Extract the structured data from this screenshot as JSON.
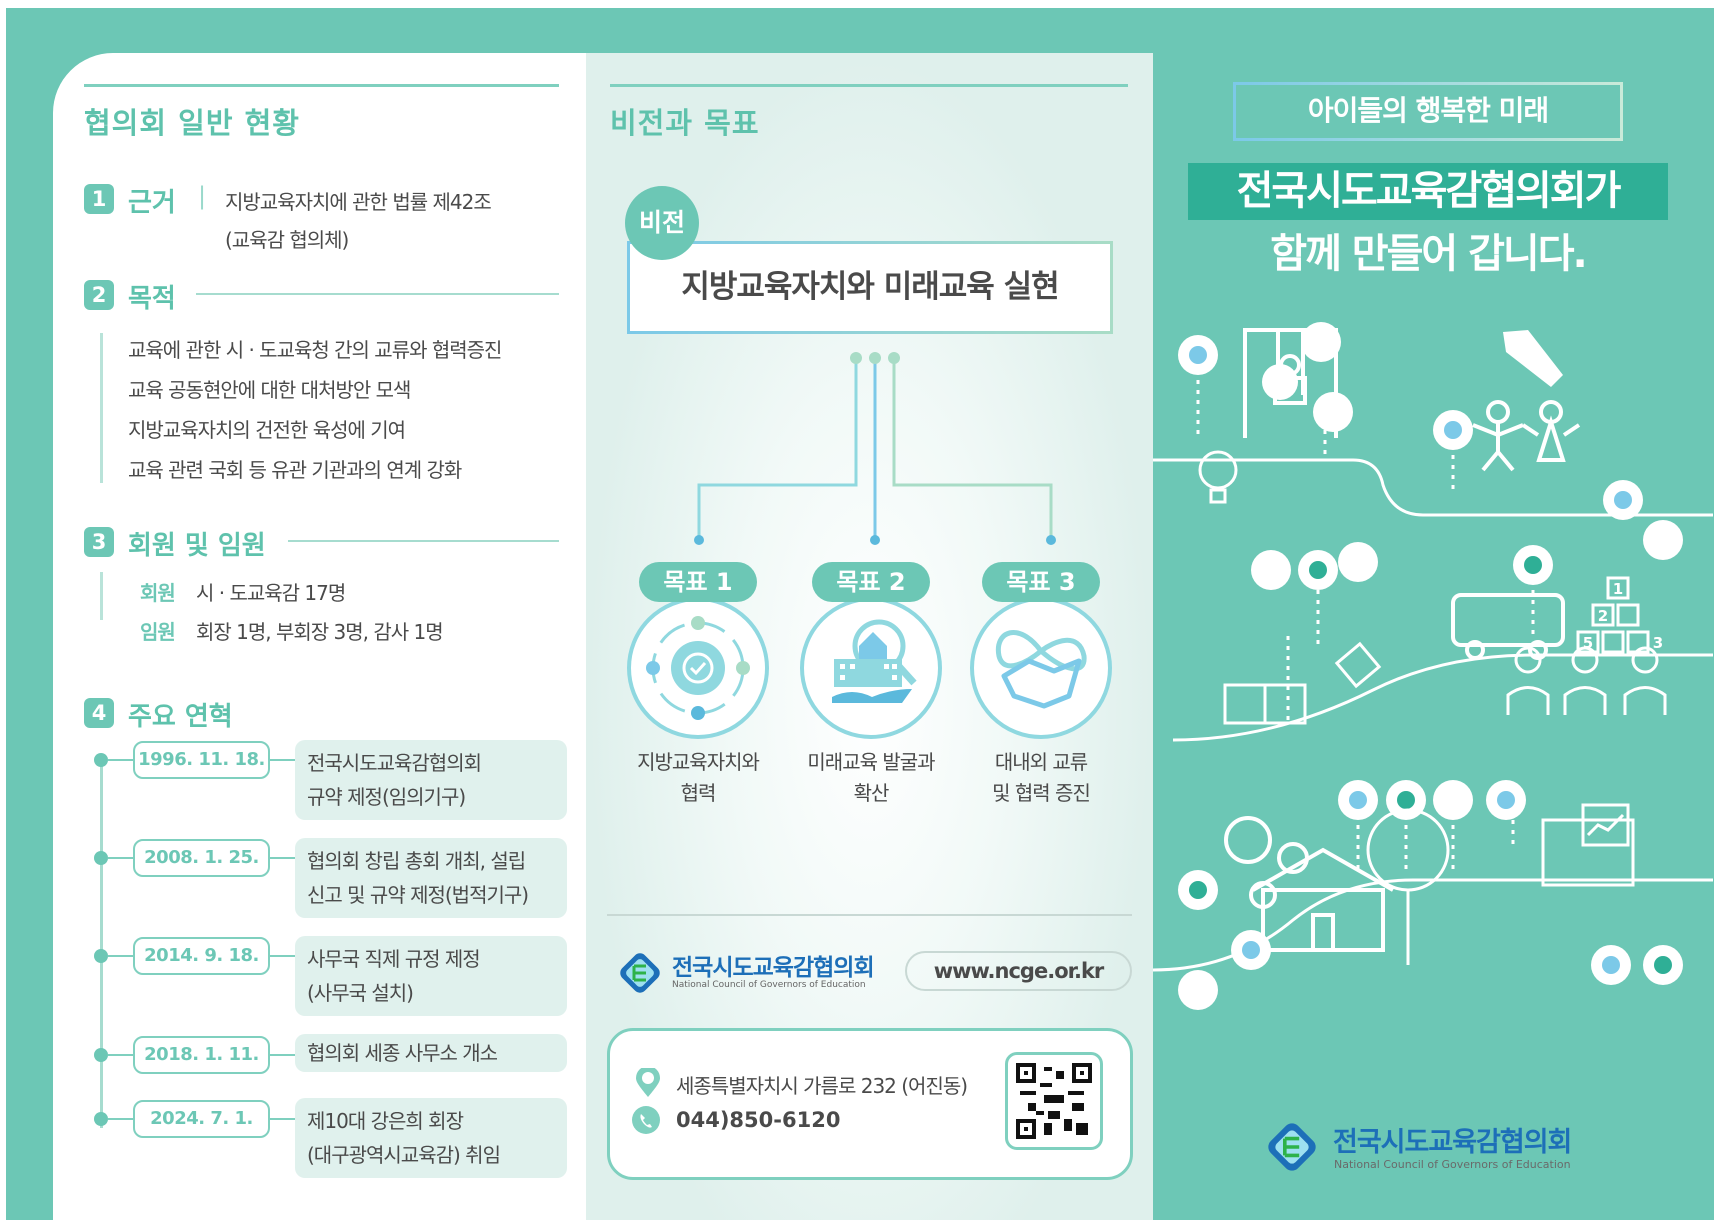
{
  "overview": {
    "title": "협의회 일반 현황",
    "basis": {
      "number": "1",
      "heading": "근거",
      "separator": "|",
      "line1": "지방교육자치에 관한 법률 제42조",
      "line2": "(교육감 협의체)"
    },
    "purpose": {
      "number": "2",
      "heading": "목적",
      "items": [
        "교육에 관한 시 · 도교육청 간의 교류와 협력증진",
        "교육 공동현안에 대한 대처방안 모색",
        "지방교육자치의 건전한 육성에 기여",
        "교육 관련 국회 등 유관 기관과의 연계 강화"
      ]
    },
    "members": {
      "number": "3",
      "heading": "회원 및 임원",
      "rows": [
        {
          "label": "회원",
          "value": "시 · 도교육감 17명"
        },
        {
          "label": "임원",
          "value": "회장 1명, 부회장 3명, 감사 1명"
        }
      ]
    },
    "history": {
      "number": "4",
      "heading": "주요 연혁",
      "events": [
        {
          "date": "1996. 11. 18.",
          "line1": "전국시도교육감협의회",
          "line2": "규약 제정(임의기구)"
        },
        {
          "date": "2008. 1. 25.",
          "line1": "협의회 창립 총회 개최, 설립",
          "line2": "신고 및 규약 제정(법적기구)"
        },
        {
          "date": "2014. 9. 18.",
          "line1": "사무국 직제 규정 제정",
          "line2": "(사무국 설치)"
        },
        {
          "date": "2018. 1. 11.",
          "line1": "협의회 세종 사무소 개소",
          "line2": ""
        },
        {
          "date": "2024. 7. 1.",
          "line1": "제10대 강은희 회장",
          "line2": "(대구광역시교육감) 취임"
        }
      ]
    }
  },
  "vision": {
    "title": "비전과 목표",
    "badge": "비전",
    "statement": "지방교육자치와 미래교육 실현",
    "goals": [
      {
        "badge": "목표 1",
        "icon": "gear-cycle-icon",
        "line1": "지방교육자치와",
        "line2": "협력"
      },
      {
        "badge": "목표 2",
        "icon": "school-magnifier-icon",
        "line1": "미래교육 발굴과",
        "line2": "확산"
      },
      {
        "badge": "목표 3",
        "icon": "handshake-icon",
        "line1": "대내외 교류",
        "line2": "및 협력 증진"
      }
    ],
    "org_name": "전국시도교육감협의회",
    "org_name_en": "National Council of Governors of Education",
    "website": "www.ncge.or.kr",
    "address": "세종특별자치시 가름로 232 (어진동)",
    "phone": "044)850-6120"
  },
  "cover": {
    "subtitle": "아이들의 행복한 미래",
    "title_line1": "전국시도교육감협의회가",
    "title_line2": "함께 만들어 갑니다.",
    "blocks": [
      "1",
      "2",
      "3",
      "5"
    ],
    "org_name": "전국시도교육감협의회",
    "org_name_en": "National Council of Governors of Education"
  },
  "colors": {
    "teal": "#6cc7b5",
    "teal_dark": "#2faf96",
    "mint_bg": "#e0f1ed",
    "text": "#4a4a4a"
  }
}
